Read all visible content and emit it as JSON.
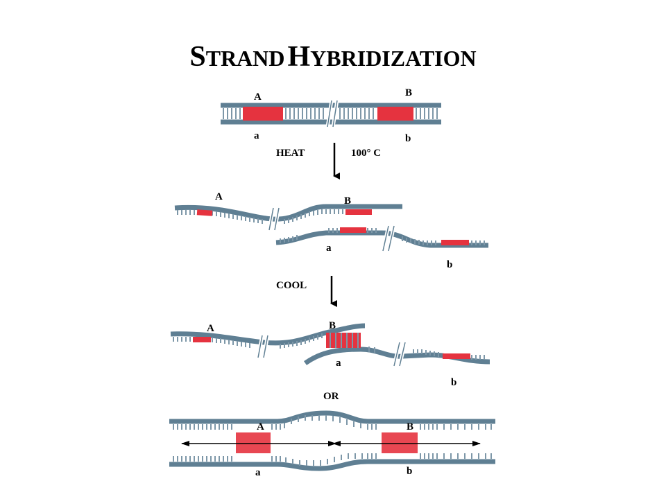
{
  "title": {
    "first_cap": "S",
    "first_rest": "TRAND",
    "second_cap": "H",
    "second_rest": "YBRIDIZATION"
  },
  "colors": {
    "strand": "#5f7f93",
    "strand_dark": "#3f5a6b",
    "strand_light": "#9fb4c2",
    "gene": "#e5333f",
    "arrow": "#000000"
  },
  "step1": {
    "gene_top": "A",
    "gene_bottom": "a",
    "gene_top2": "B",
    "gene_bottom2": "b"
  },
  "heat": {
    "label": "HEAT",
    "temp": "100° C"
  },
  "step2": {
    "strand1_gene1": "A",
    "strand1_gene2": "B",
    "strand2_gene1": "a",
    "strand2_gene2": "b"
  },
  "cool": {
    "label": "COOL"
  },
  "step3": {
    "strand1_gene1": "A",
    "strand1_gene2": "B",
    "strand2_gene1": "a",
    "strand2_gene2": "b"
  },
  "or": {
    "label": "OR"
  },
  "step4": {
    "gene_top": "A",
    "gene_top2": "B",
    "gene_bottom": "a",
    "gene_bottom2": "b"
  }
}
